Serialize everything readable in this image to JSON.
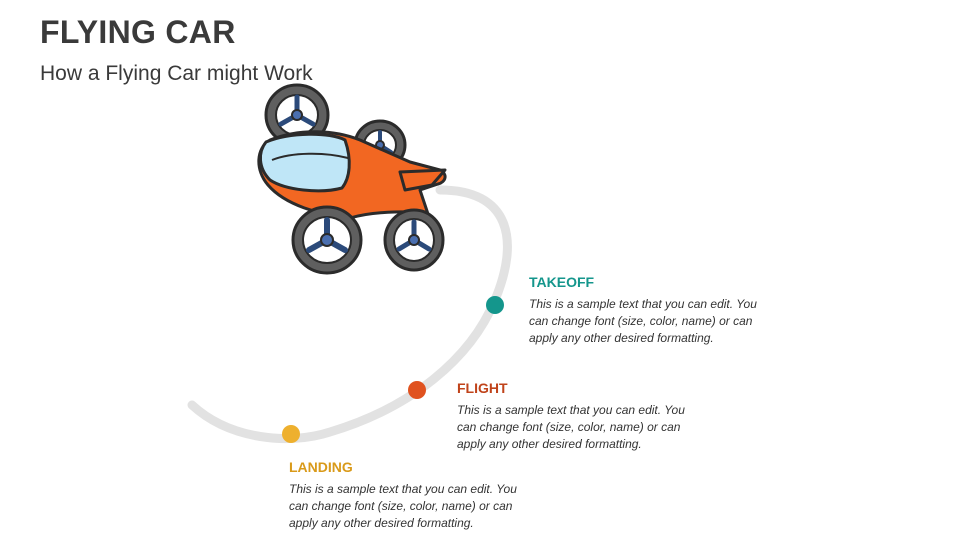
{
  "header": {
    "title": "FLYING CAR",
    "subtitle": "How a Flying Car might Work"
  },
  "steps": [
    {
      "title": "TAKEOFF",
      "body": "This is a sample text that you can edit. You can change font (size, color, name) or can apply any other desired formatting.",
      "color": "#14968C"
    },
    {
      "title": "FLIGHT",
      "body": "This is a sample text that you can edit. You can change font (size, color, name) or can apply any other desired formatting.",
      "color": "#C0431A"
    },
    {
      "title": "LANDING",
      "body": "This is a sample text that you can edit. You can change font (size, color, name) or can apply any other desired formatting.",
      "color": "#D99A1A"
    }
  ],
  "dot_colors": {
    "takeoff": "#14968C",
    "flight": "#E0521F",
    "landing": "#EEB02E"
  },
  "icon": "flying-car-icon"
}
